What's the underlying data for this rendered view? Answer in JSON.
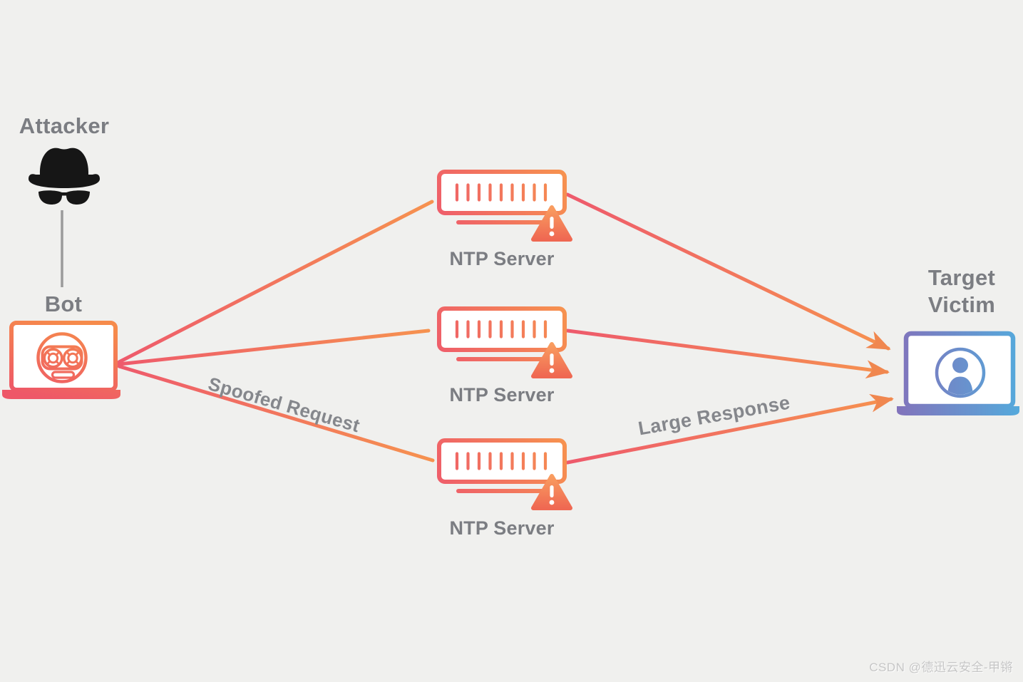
{
  "diagram_type": "NTP amplification DDoS attack flow",
  "nodes": {
    "attacker": {
      "label": "Attacker",
      "icon": "spy-icon"
    },
    "bot": {
      "label": "Bot",
      "icon": "bot-laptop-icon"
    },
    "ntp_servers": [
      {
        "label": "NTP Server",
        "icon": "server-icon",
        "status_icon": "warning-icon"
      },
      {
        "label": "NTP Server",
        "icon": "server-icon",
        "status_icon": "warning-icon"
      },
      {
        "label": "NTP Server",
        "icon": "server-icon",
        "status_icon": "warning-icon"
      }
    ],
    "target": {
      "label": "Target Victim",
      "icon": "victim-laptop-icon"
    }
  },
  "edges": {
    "spoofed_request": {
      "label": "Spoofed Request",
      "from": "bot",
      "to": "ntp_servers"
    },
    "large_response": {
      "label": "Large Response",
      "from": "ntp_servers",
      "to": "target"
    }
  },
  "watermark": {
    "text": "CSDN @德迅云安全-甲锵"
  },
  "colors": {
    "background": "#f0f0ee",
    "label_gray": "#7b7d82",
    "edge_pink": "#ee5a6c",
    "edge_orange": "#f6924f",
    "arrowhead_orange": "#f0874f",
    "warning_orange_top": "#f99d60",
    "warning_coral_bottom": "#ef6852",
    "victim_purple": "#8273bb",
    "victim_blue": "#54aadc",
    "attacker_black": "#161616",
    "connector_gray": "#9b9b9b",
    "watermark_gray": "#c6c6c6"
  }
}
